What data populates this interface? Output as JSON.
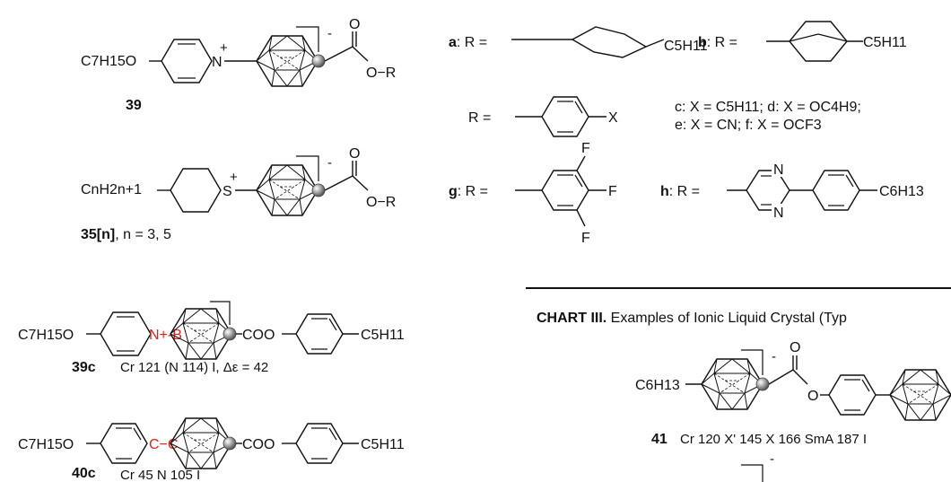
{
  "structures": {
    "s39": {
      "left_group": "C7H15O",
      "n_plus": "N",
      "plus": "+",
      "charge": "-",
      "ester_o": "O",
      "ester_or": "O−R",
      "label": "39"
    },
    "s35": {
      "left_group": "CnH2n+1",
      "s_plus": "S",
      "plus": "+",
      "charge": "-",
      "ester_o": "O",
      "ester_or": "O−R",
      "label_bold": "35[n]",
      "label_rest": ", n = 3, 5"
    },
    "s39c": {
      "left_group": "C7H15O",
      "n_plus_b": "N+-B",
      "coo": "COO",
      "right_group": "C5H11",
      "label": "39c",
      "props": "Cr 121 (N 114) I, Δε = 42"
    },
    "s40c": {
      "left_group": "C7H15O",
      "c_c": "C−C",
      "coo": "COO",
      "right_group": "C5H11",
      "label": "40c",
      "props": "Cr 45 N 105 I"
    }
  },
  "substituents": {
    "a": {
      "letter": "a",
      "eq": ": R =",
      "tail": "C5H11"
    },
    "b": {
      "letter": "b",
      "eq": ": R =",
      "tail": "C5H11"
    },
    "phenyl": {
      "eq": "R =",
      "x": "X"
    },
    "cdef": {
      "line1": "c: X = C5H11; d: X = OC4H9;",
      "line2": "e: X = CN; f: X = OCF3"
    },
    "g": {
      "letter": "g",
      "eq": ": R =",
      "f": "F"
    },
    "h": {
      "letter": "h",
      "eq": ": R =",
      "n": "N",
      "tail": "C6H13"
    }
  },
  "chart3": {
    "title_bold": "CHART III.",
    "title_rest": "Examples of Ionic Liquid Crystal (Typ",
    "s41": {
      "left_group": "C6H13",
      "charge": "-",
      "ester_o": "O",
      "o2": "O",
      "label": "41",
      "props": "Cr 120 X' 145 X 166 SmA 187 I",
      "charge2": "-"
    }
  }
}
